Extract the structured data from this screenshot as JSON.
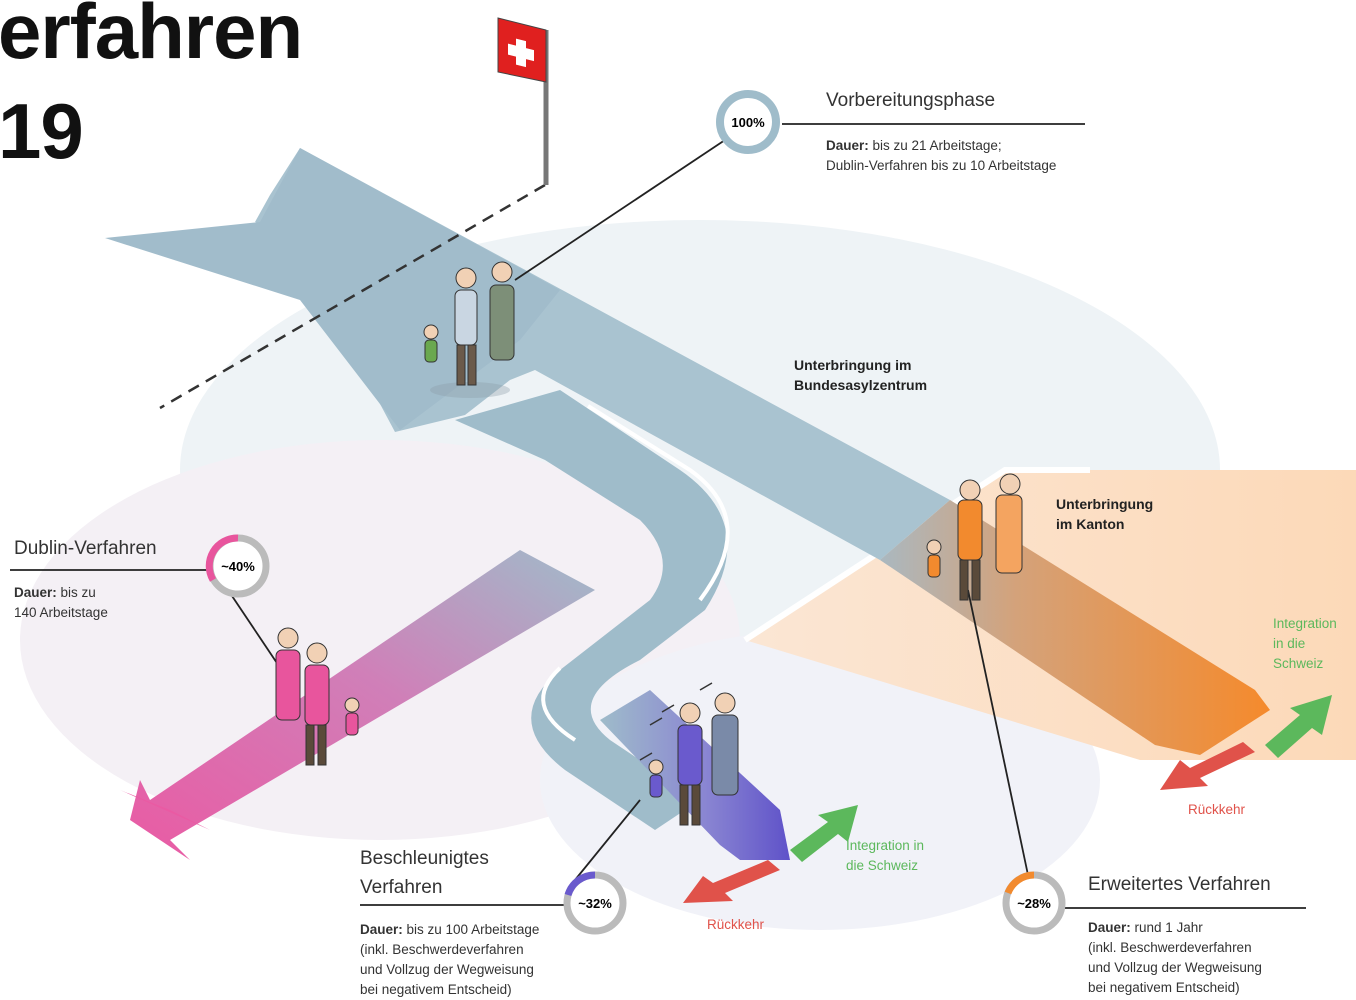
{
  "title": {
    "line1": "erfahren",
    "line2": "19"
  },
  "phases": {
    "vorbereitung": {
      "percent": "100%",
      "title": "Vorbereitungsphase",
      "dauer_label": "Dauer:",
      "dauer_text": " bis zu 21 Arbeitstage;",
      "line2": "Dublin-Verfahren bis zu 10 Arbeitstage"
    },
    "dublin": {
      "percent": "~40%",
      "title": "Dublin-Verfahren",
      "dauer_label": "Dauer:",
      "dauer_text": " bis zu",
      "line2": "140 Arbeitstage"
    },
    "beschleunigt": {
      "percent": "~32%",
      "title_line1": "Beschleunigtes",
      "title_line2": "Verfahren",
      "dauer_label": "Dauer:",
      "dauer_text": " bis zu 100 Arbeitstage",
      "line2": "(inkl. Beschwerdeverfahren",
      "line3": "und Vollzug der Wegweisung",
      "line4": "bei negativem Entscheid)"
    },
    "erweitert": {
      "percent": "~28%",
      "title": "Erweitertes Verfahren",
      "dauer_label": "Dauer:",
      "dauer_text": " rund 1 Jahr",
      "line2": "(inkl. Beschwerdeverfahren",
      "line3": "und Vollzug der Wegweisung",
      "line4": "bei negativem Entscheid)"
    }
  },
  "labels": {
    "bund_line1": "Unterbringung im",
    "bund_line2": "Bundesasylzentrum",
    "kanton_line1": "Unterbringung",
    "kanton_line2": "im Kanton",
    "integration_right_1": "Integration",
    "integration_right_2": "in die",
    "integration_right_3": "Schweiz",
    "integration_mid_1": "Integration in",
    "integration_mid_2": "die Schweiz",
    "rueckkehr": "Rückkehr"
  },
  "colors": {
    "path_blue": "#9fbcca",
    "dublin_pink": "#e8559d",
    "beschleunigt_purple": "#6a5acd",
    "erweitert_orange": "#f28a2e",
    "integration_green": "#5cb85c",
    "rueckkehr_red": "#e0524a",
    "swiss_red": "#e0201f"
  }
}
